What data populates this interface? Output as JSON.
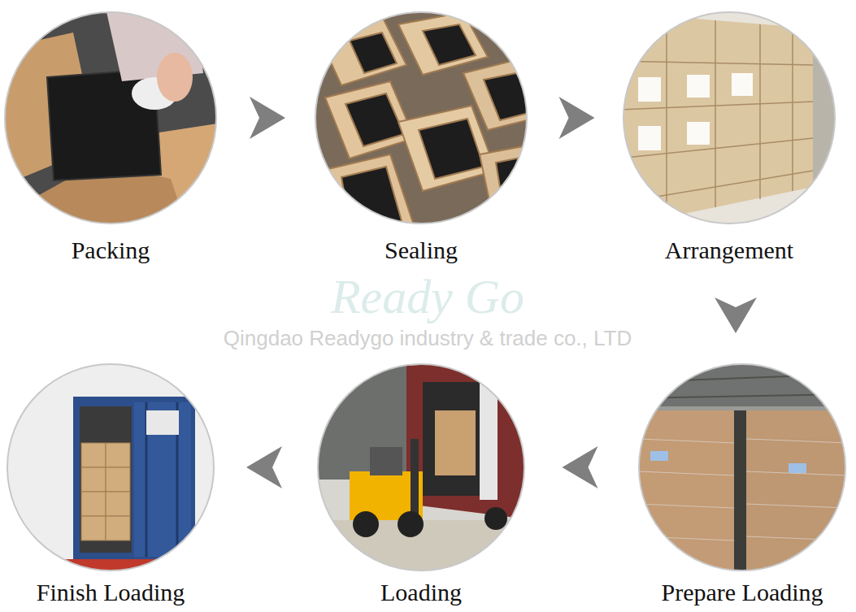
{
  "diagram": {
    "nodes": [
      {
        "text": [
          "Packing"
        ]
      },
      {
        "text": [
          "Sealing"
        ]
      },
      {
        "text": [
          "Arrangement"
        ]
      },
      {
        "text": [
          "Prepare Loading"
        ]
      },
      {
        "text": [
          "Loading"
        ]
      },
      {
        "text": [
          "Finish Loading"
        ]
      }
    ],
    "edges": [
      {
        "from": 0,
        "to": 1,
        "arrow": "to"
      },
      {
        "from": 1,
        "to": 2,
        "arrow": "to"
      },
      {
        "from": 2,
        "to": 3,
        "arrow": "to"
      },
      {
        "from": 3,
        "to": 4,
        "arrow": "to"
      },
      {
        "from": 4,
        "to": 5,
        "arrow": "to"
      }
    ],
    "labels": [
      "Ready Go",
      "Qingdao Readygo industry & trade co., LTD"
    ]
  }
}
